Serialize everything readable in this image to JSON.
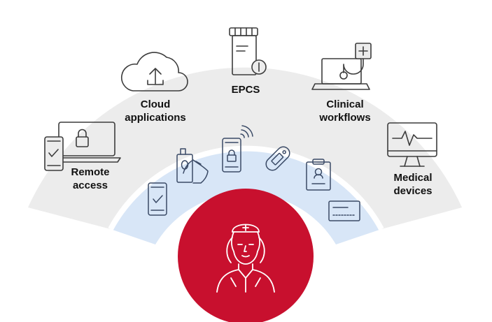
{
  "colors": {
    "outer_ring": "#ececec",
    "inner_ring": "#d8e6f7",
    "center_circle": "#c8102e",
    "separator": "#ffffff"
  },
  "outer_items": [
    {
      "id": "remote-access",
      "line1": "Remote",
      "line2": "access",
      "icon": "laptop-lock-phone-icon"
    },
    {
      "id": "cloud-applications",
      "line1": "Cloud",
      "line2": "applications",
      "icon": "cloud-upload-icon"
    },
    {
      "id": "epcs",
      "line1": "EPCS",
      "line2": "",
      "icon": "prescription-bottle-icon"
    },
    {
      "id": "clinical-workflows",
      "line1": "Clinical",
      "line2": "workflows",
      "icon": "laptop-stethoscope-icon"
    },
    {
      "id": "medical-devices",
      "line1": "Medical",
      "line2": "devices",
      "icon": "monitor-heartbeat-icon"
    }
  ],
  "inner_icons": [
    "phone-check-icon",
    "fingerprint-reader-icon",
    "phone-wireless-lock-icon",
    "security-token-icon",
    "badge-clipboard-icon",
    "smart-card-icon"
  ],
  "center_icon": "nurse-icon"
}
